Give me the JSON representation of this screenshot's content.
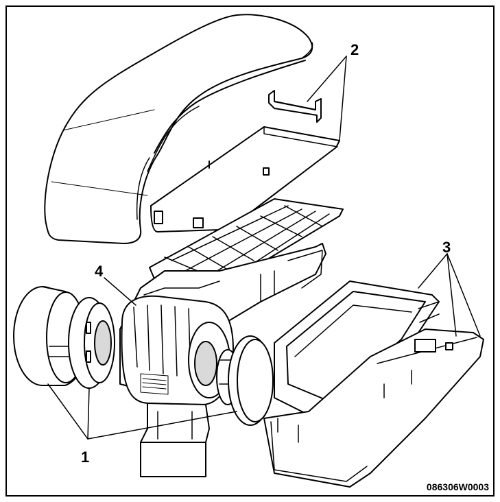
{
  "figure": {
    "callouts": {
      "one": "1",
      "two": "2",
      "three": "3",
      "four": "4"
    },
    "code": "086306W0003"
  },
  "colors": {
    "line": "#000000",
    "fill": "#ffffff",
    "shade": "#d9d9d9",
    "dark": "#8c8c8c"
  }
}
